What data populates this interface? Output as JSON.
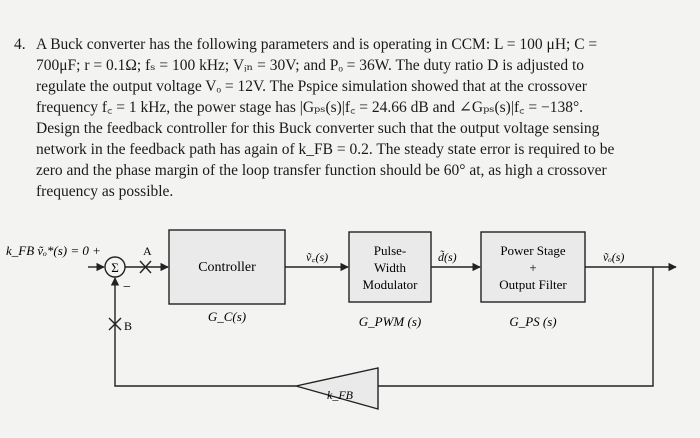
{
  "problem": {
    "number": "4.",
    "lines": [
      "A Buck converter has the following parameters and is operating in CCM: L = 100 μH; C =",
      "700μF; r = 0.1Ω; fₛ = 100 kHz; Vᵢₙ = 30V; and Pₒ = 36W. The duty ratio D is adjusted to",
      "regulate the output voltage Vₒ = 12V. The Pspice simulation showed that at the crossover",
      "frequency f꜀ = 1 kHz, the power stage has |Gₚₛ(s)|f꜀ = 24.66 dB and ∠Gₚₛ(s)|f꜀ = −138°.",
      "Design the feedback controller for this Buck converter such that the output voltage sensing",
      "network in the feedback path has again of k_FB = 0.2. The steady state error is required to be",
      "zero and the phase margin of the loop transfer function should be 60° at, as high a crossover",
      "frequency as possible."
    ]
  },
  "diagram": {
    "reference_label": "k_FB ṽₒ*(s) = 0 +",
    "sum_symbol": "Σ",
    "minus_sign": "−",
    "point_a": "A",
    "point_b": "B",
    "controller": {
      "name": "Controller",
      "caption": "G_C(s)"
    },
    "control_signal": "ṽ꜀(s)",
    "pwm": {
      "name_lines": [
        "Pulse-",
        "Width",
        "Modulator"
      ],
      "caption": "G_PWM (s)"
    },
    "duty_signal": "d̃(s)",
    "power_stage": {
      "name_lines": [
        "Power Stage",
        "+",
        "Output Filter"
      ],
      "caption": "G_PS (s)"
    },
    "output_signal": "ṽₒ(s)",
    "feedback_gain": "k_FB",
    "colors": {
      "block_fill": "#eaeaea",
      "stroke": "#222222"
    }
  }
}
